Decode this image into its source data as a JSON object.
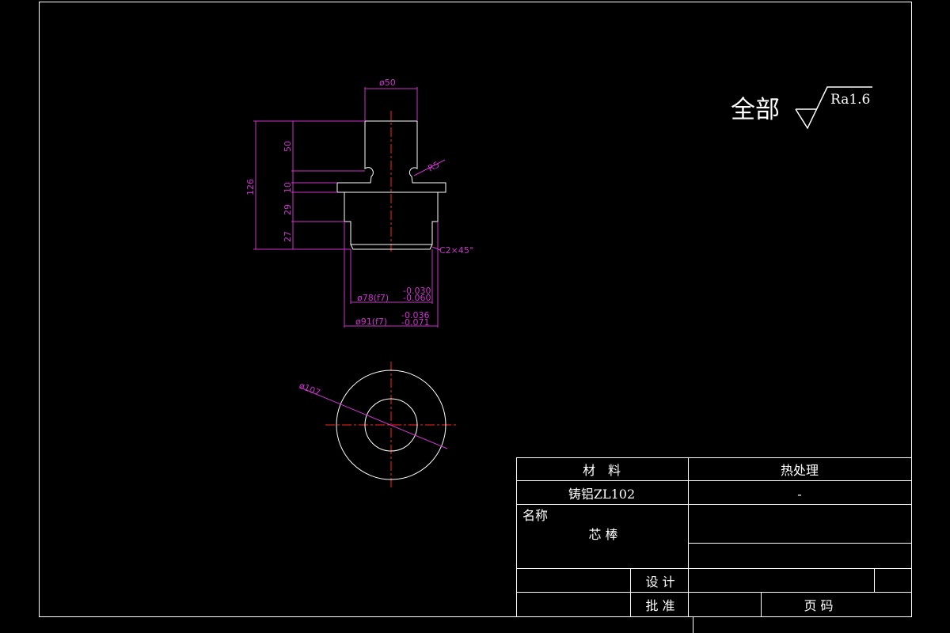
{
  "surface_finish": {
    "label": "全部",
    "roughness": "Ra1.6"
  },
  "front_view": {
    "dims": {
      "top_diameter": "ø50",
      "total_height": "126",
      "top_height": "50",
      "flange_height": "10",
      "body_height": "29",
      "bottom_height": "27",
      "radius": "R5",
      "chamfer": "C2×45°",
      "d78_main": "ø78(f7)",
      "d78_upper": "-0.030",
      "d78_lower": "-0.060",
      "d91_main": "ø91(f7)",
      "d91_upper": "-0.036",
      "d91_lower": "-0.071"
    }
  },
  "side_view": {
    "dims": {
      "outer_diameter": "ø107"
    }
  },
  "title_block": {
    "material_header": "材　料",
    "heat_header": "热处理",
    "material_value": "铸铝ZL102",
    "heat_value": "-",
    "name_label": "名称",
    "part_name": "芯 棒",
    "design_label": "设 计",
    "approve_label": "批 准",
    "page_label": "页 码"
  },
  "colors": {
    "background": "#000000",
    "outline": "#ffffff",
    "dimension": "#cc33cc",
    "centerline": "#ff2222"
  }
}
